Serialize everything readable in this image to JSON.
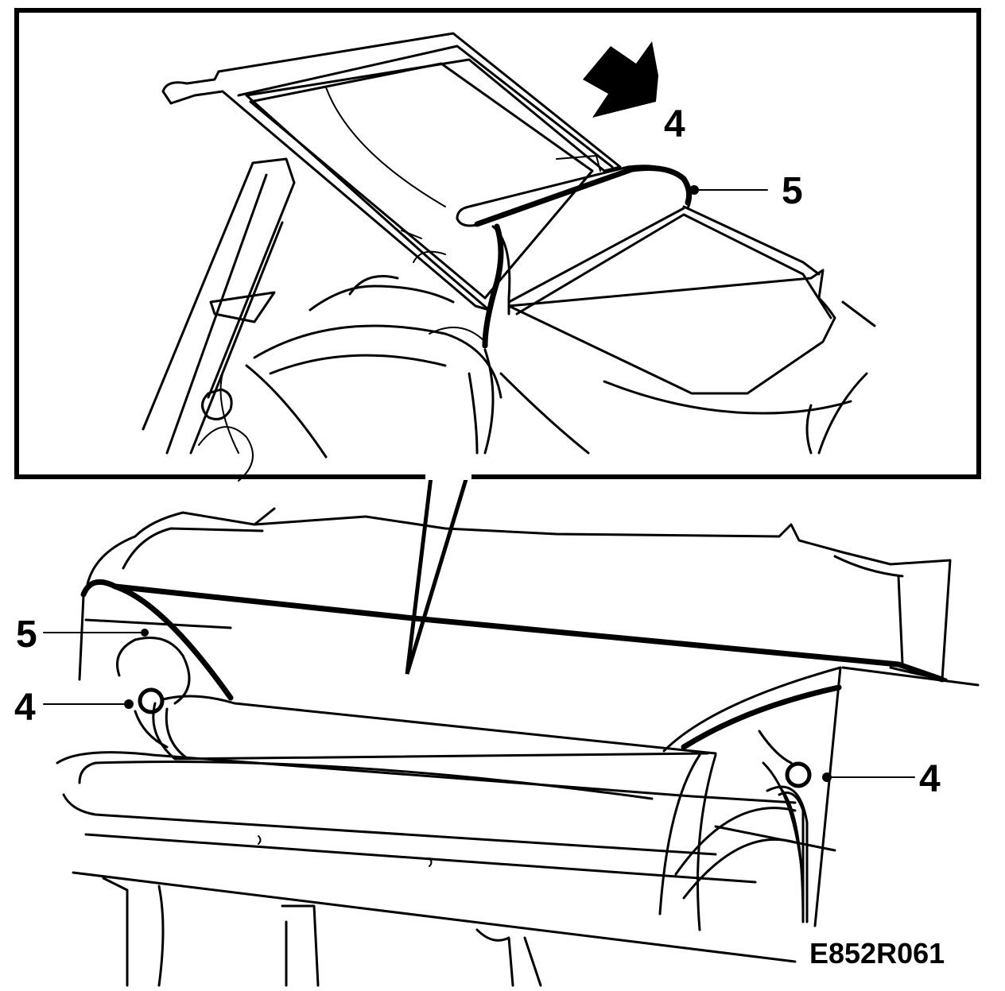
{
  "figure_id": "E852R061",
  "callouts": {
    "detail_4": "4",
    "detail_5": "5",
    "main_5": "5",
    "main_4_left": "4",
    "main_4_right": "4"
  }
}
